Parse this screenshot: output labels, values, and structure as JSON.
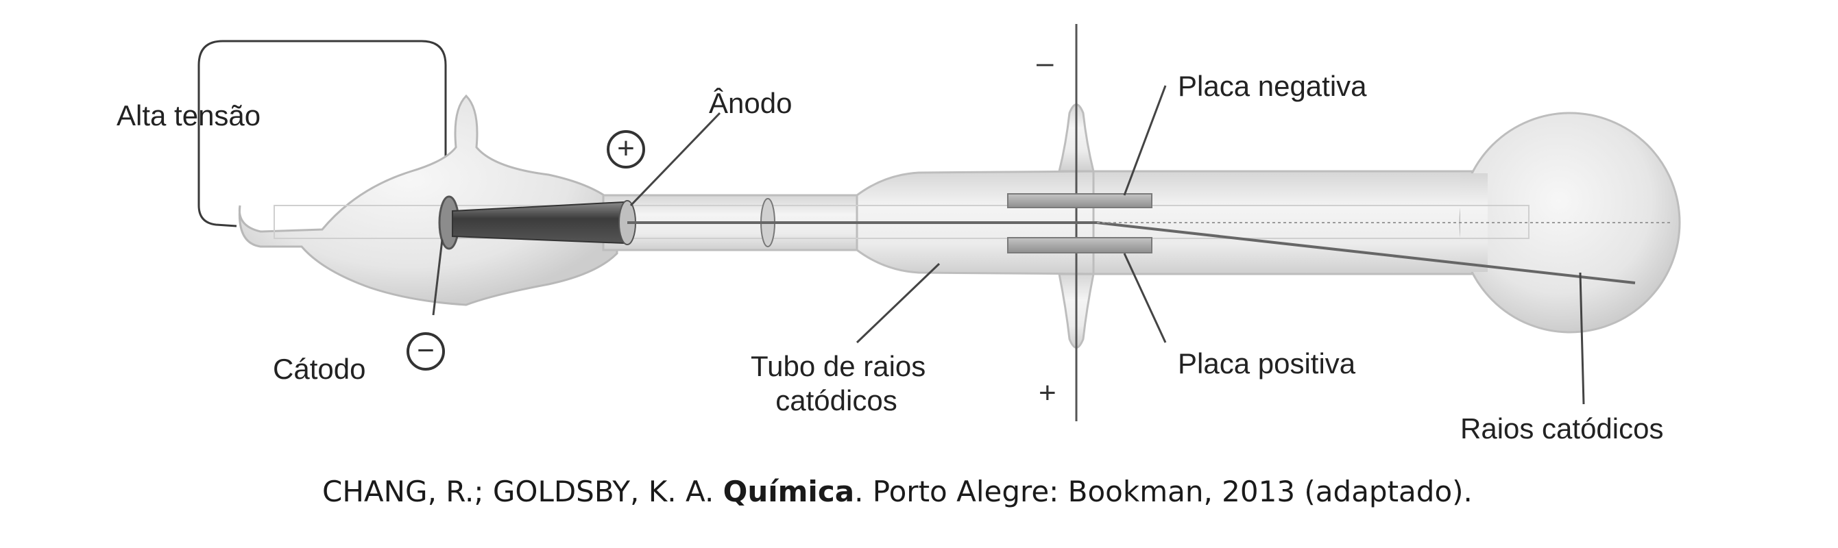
{
  "labels": {
    "high_voltage": "Alta tensão",
    "anode": "Ânodo",
    "cathode": "Cátodo",
    "tube_line1": "Tubo de raios",
    "tube_line2": "catódicos",
    "negative_plate": "Placa negativa",
    "positive_plate": "Placa positiva",
    "cathode_rays": "Raios catódicos"
  },
  "signs": {
    "anode_sign": "+",
    "cathode_sign": "−",
    "top_plate_sign": "–",
    "bottom_plate_sign": "+"
  },
  "citation": {
    "authors": "CHANG, R.; GOLDSBY, K. A. ",
    "title": "Química",
    "rest": ". Porto Alegre: Bookman, 2013 (adaptado)."
  },
  "colors": {
    "glass_fill": "#e9e9e9",
    "glass_edge": "#bdbdbd",
    "anode_dark": "#4a4a4a",
    "plate": "#a9a9a9",
    "leader_line": "#444444"
  }
}
